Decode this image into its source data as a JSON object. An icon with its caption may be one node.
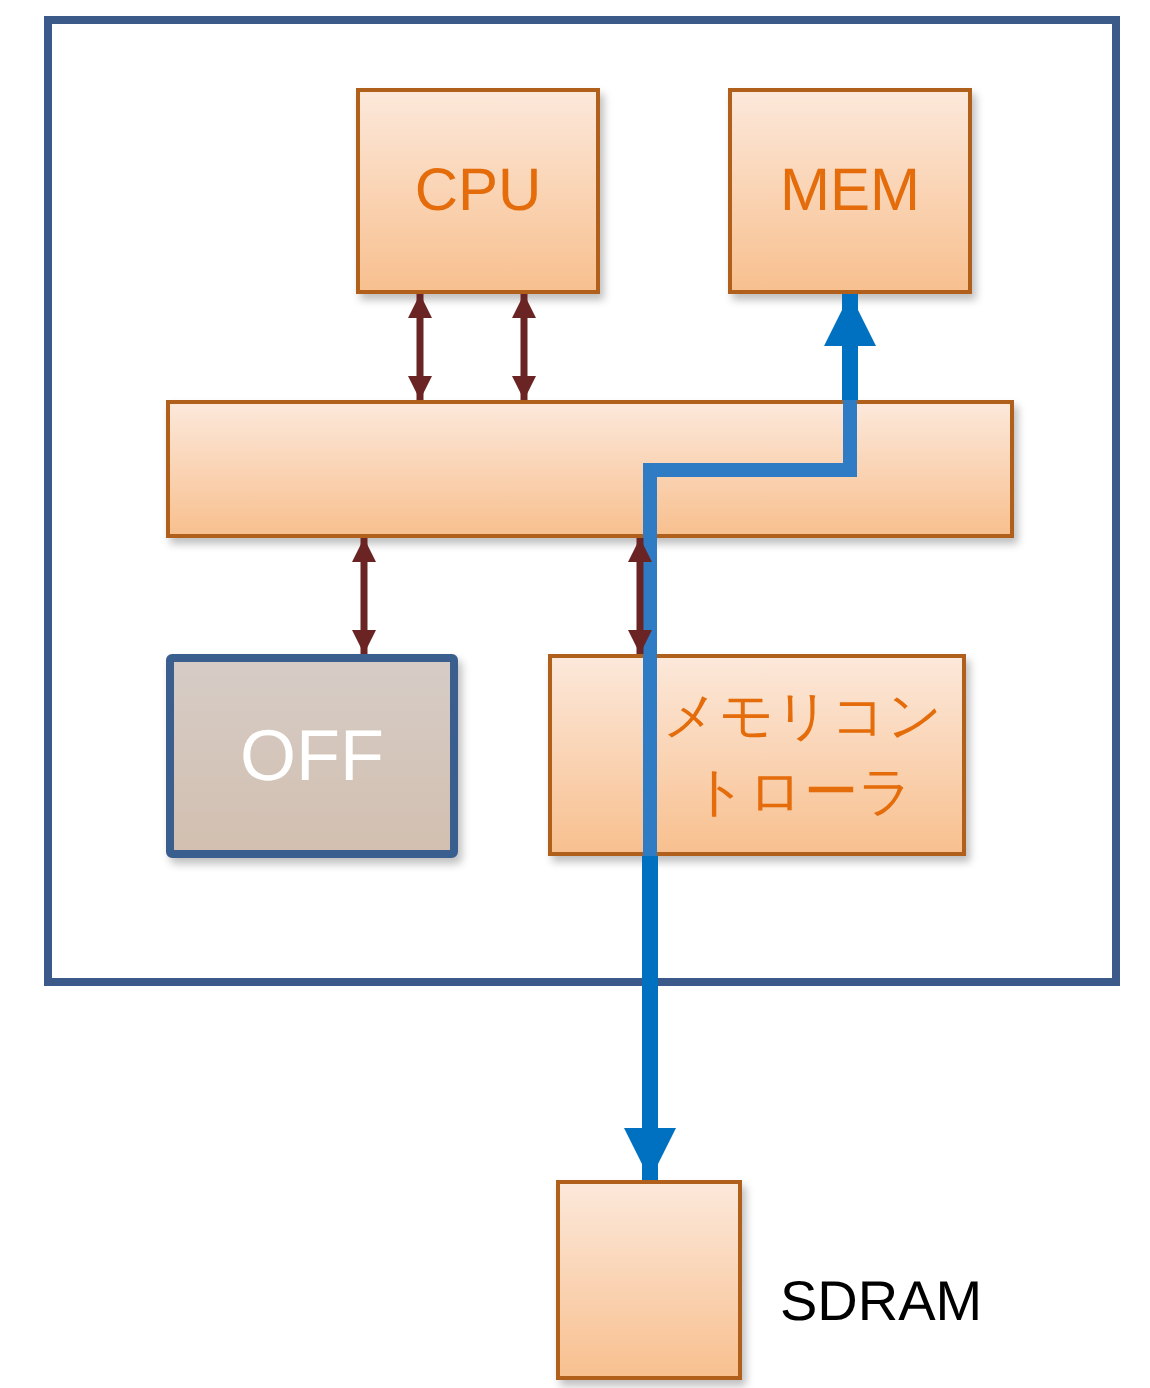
{
  "diagram": {
    "nodes": [
      {
        "text": [],
        "shape": "box"
      },
      {
        "text": [
          "CPU"
        ],
        "in": 0
      },
      {
        "text": [
          "MEM"
        ],
        "in": 0
      },
      {
        "text": [],
        "shape": "box",
        "in": 0
      },
      {
        "text": [
          "OFF"
        ],
        "in": 0
      },
      {
        "text": [
          "メモリコントローラ"
        ],
        "in": 0
      },
      {
        "text": [],
        "shape": "box",
        "beside": [
          "SDRAM"
        ]
      }
    ],
    "edges": [
      {
        "from": 1,
        "to": 3,
        "arrow": "both"
      },
      {
        "from": 1,
        "to": 3,
        "arrow": "both"
      },
      {
        "from": 3,
        "to": 4,
        "arrow": "both"
      },
      {
        "from": 3,
        "to": 5,
        "arrow": "both"
      },
      {
        "from": 3,
        "to": 2,
        "arrow": "to",
        "style": "thick",
        "color": "#0070c0"
      },
      {
        "from": 5,
        "to": 6,
        "arrow": "to",
        "style": "thick",
        "color": "#0070c0"
      }
    ]
  }
}
